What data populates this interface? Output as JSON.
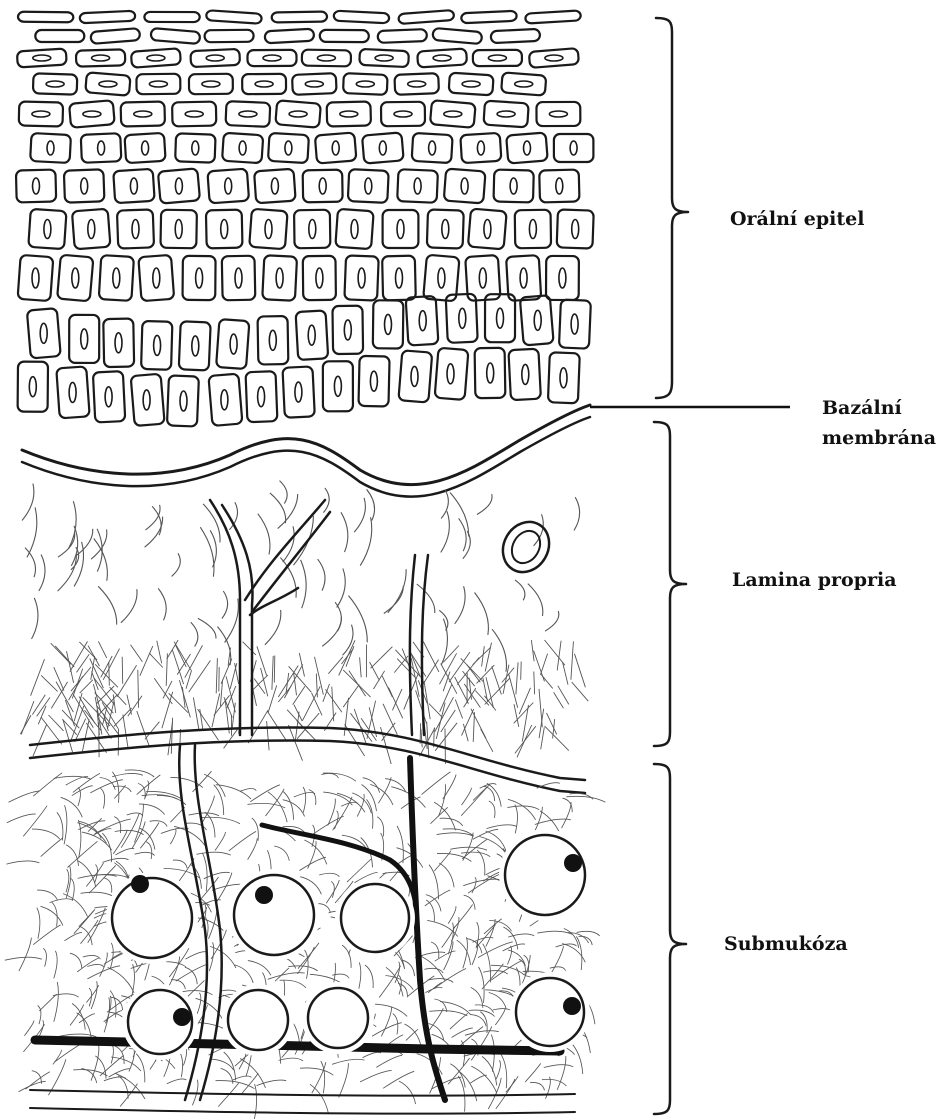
{
  "labels": {
    "oral_epithelium": "Orální epitel",
    "basement_membrane_line1": "Bazální",
    "basement_membrane_line2": "membrána",
    "lamina_propria": "Lamina propria",
    "submucosa": "Submukóza"
  },
  "colors": {
    "ink": "#1a1a1a",
    "fiber": "#555555",
    "background": "#ffffff"
  }
}
